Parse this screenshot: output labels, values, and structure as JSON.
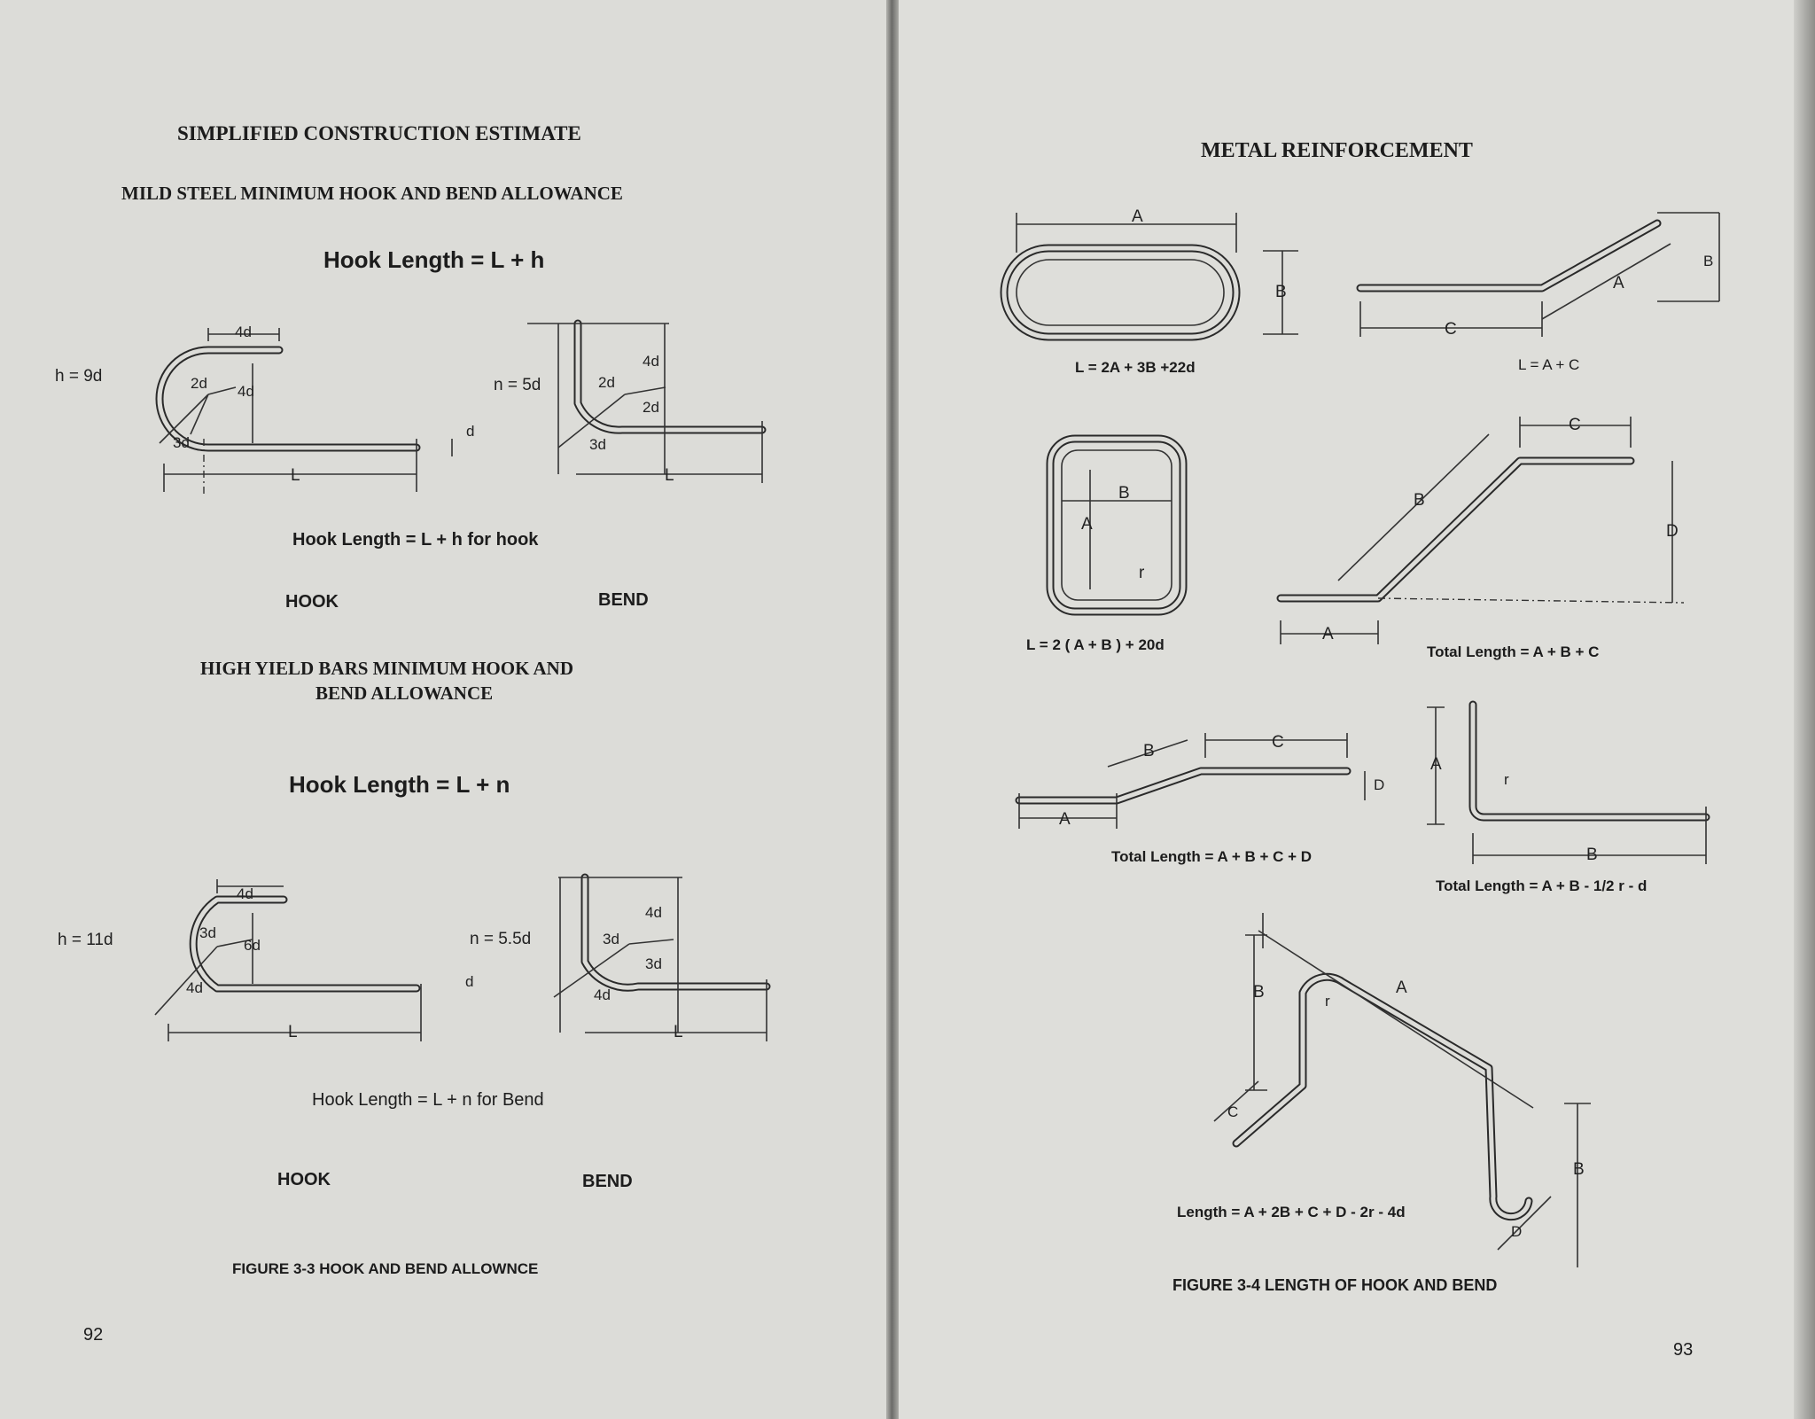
{
  "left_page": {
    "running_head": "SIMPLIFIED CONSTRUCTION ESTIMATE",
    "section1_title": "MILD STEEL MINIMUM HOOK AND BEND ALLOWANCE",
    "formula1": "Hook Length = L + h",
    "fig1_labels": {
      "h": "h = 9d",
      "d4top": "4d",
      "d2": "2d",
      "d4mid": "4d",
      "d3": "3d",
      "d": "d",
      "L": "L"
    },
    "fig2_labels": {
      "n": "n = 5d",
      "d4": "4d",
      "d2a": "2d",
      "d2b": "2d",
      "d3": "3d",
      "L": "L"
    },
    "caption1": "Hook Length = L + h for hook",
    "hook1": "HOOK",
    "bend1": "BEND",
    "section2_title_line1": "HIGH YIELD BARS MINIMUM HOOK AND",
    "section2_title_line2": "BEND ALLOWANCE",
    "formula2": "Hook Length = L + n",
    "fig3_labels": {
      "h": "h = 11d",
      "d4top": "4d",
      "d3": "3d",
      "d6": "6d",
      "d4": "4d",
      "d": "d",
      "L": "L"
    },
    "fig4_labels": {
      "n": "n = 5.5d",
      "d4": "4d",
      "d3a": "3d",
      "d3b": "3d",
      "d4b": "4d",
      "L": "L"
    },
    "caption2": "Hook Length = L + n for Bend",
    "hook2": "HOOK",
    "bend2": "BEND",
    "figure_caption": "FIGURE 3-3 HOOK AND BEND ALLOWNCE",
    "page_number": "92"
  },
  "right_page": {
    "running_head": "METAL REINFORCEMENT",
    "f1": {
      "A": "A",
      "B": "B",
      "formula": "L = 2A + 3B +22d"
    },
    "f2": {
      "A": "A",
      "B": "B",
      "C": "C",
      "formula": "L = A + C"
    },
    "f3": {
      "A": "A",
      "B": "B",
      "r": "r",
      "formula": "L = 2 ( A + B ) + 20d"
    },
    "f4": {
      "A": "A",
      "B": "B",
      "C": "C",
      "D": "D",
      "formula": "Total Length = A + B + C"
    },
    "f5": {
      "A": "A",
      "B": "B",
      "C": "C",
      "D": "D",
      "formula": "Total Length = A + B + C + D"
    },
    "f6": {
      "A": "A",
      "B": "B",
      "r": "r",
      "formula": "Total Length = A + B - 1/2 r - d"
    },
    "f7": {
      "A": "A",
      "B1": "B",
      "B2": "B",
      "C": "C",
      "D": "D",
      "r": "r",
      "formula": "Length = A + 2B + C + D - 2r - 4d"
    },
    "figure_caption": "FIGURE 3-4 LENGTH OF HOOK AND BEND",
    "page_number": "93"
  }
}
